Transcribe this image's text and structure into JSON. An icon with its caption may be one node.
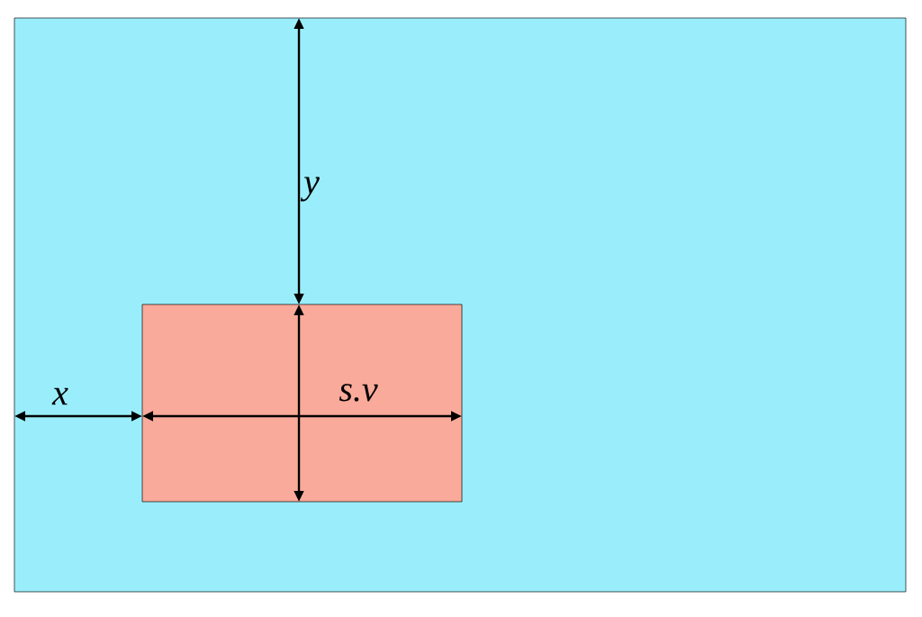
{
  "diagram": {
    "labels": [
      "y",
      "x",
      "s.v"
    ]
  }
}
